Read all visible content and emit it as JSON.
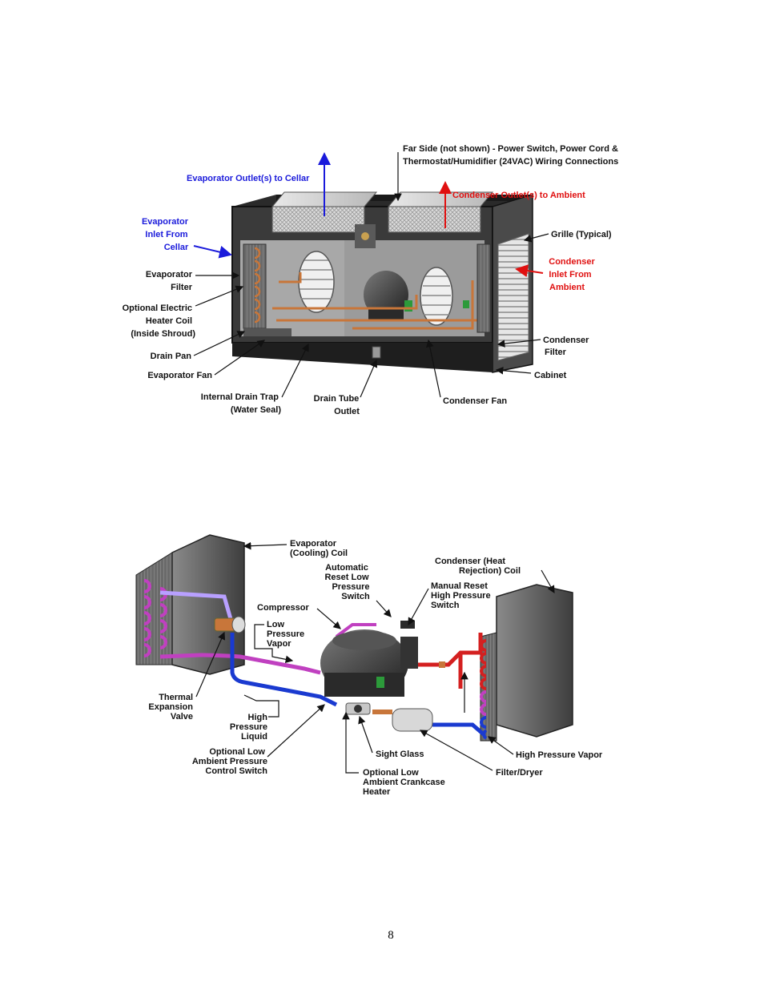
{
  "page_number": "8",
  "diagram_top": {
    "labels": {
      "far_side_1": "Far Side (not shown) - Power Switch, Power Cord &",
      "far_side_2": "Thermostat/Humidifier (24VAC) Wiring Connections",
      "evap_outlet": "Evaporator Outlet(s) to Cellar",
      "cond_outlet": "Condenser Outlet(s) to Ambient",
      "evap_inlet_1": "Evaporator",
      "evap_inlet_2": "Inlet From",
      "evap_inlet_3": "Cellar",
      "grille": "Grille (Typical)",
      "cond_inlet_1": "Condenser",
      "cond_inlet_2": "Inlet From",
      "cond_inlet_3": "Ambient",
      "evap_filter_1": "Evaporator",
      "evap_filter_2": "Filter",
      "heater_1": "Optional Electric",
      "heater_2": "Heater Coil",
      "heater_3": "(Inside Shroud)",
      "drain_pan": "Drain Pan",
      "evap_fan": "Evaporator Fan",
      "drain_trap_1": "Internal Drain Trap",
      "drain_trap_2": "(Water Seal)",
      "drain_tube_1": "Drain Tube",
      "drain_tube_2": "Outlet",
      "cond_fan": "Condenser Fan",
      "cond_filter_1": "Condenser",
      "cond_filter_2": "Filter",
      "cabinet": "Cabinet"
    }
  },
  "diagram_bottom": {
    "labels": {
      "evap_coil_1": "Evaporator",
      "evap_coil_2": "(Cooling) Coil",
      "auto_reset_1": "Automatic",
      "auto_reset_2": "Reset Low",
      "auto_reset_3": "Pressure",
      "auto_reset_4": "Switch",
      "cond_coil_1": "Condenser (Heat",
      "cond_coil_2": "Rejection) Coil",
      "manual_reset_1": "Manual Reset",
      "manual_reset_2": "High Pressure",
      "manual_reset_3": "Switch",
      "compressor": "Compressor",
      "lpv_1": "Low",
      "lpv_2": "Pressure",
      "lpv_3": "Vapor",
      "txv_1": "Thermal",
      "txv_2": "Expansion",
      "txv_3": "Valve",
      "hpl_1": "High",
      "hpl_2": "Pressure",
      "hpl_3": "Liquid",
      "lapcs_1": "Optional Low",
      "lapcs_2": "Ambient Pressure",
      "lapcs_3": "Control Switch",
      "sight_glass": "Sight Glass",
      "crankcase_1": "Optional Low",
      "crankcase_2": "Ambient Crankcase",
      "crankcase_3": "Heater",
      "hpv": "High Pressure Vapor",
      "filter_dryer": "Filter/Dryer"
    }
  },
  "colors": {
    "evaporator_blue": "#1a1adb",
    "condenser_red": "#e01010",
    "suction_magenta": "#c040c0",
    "liquid_blue": "#1a3ad0",
    "discharge_red": "#d42020",
    "copper": "#c8763a"
  }
}
